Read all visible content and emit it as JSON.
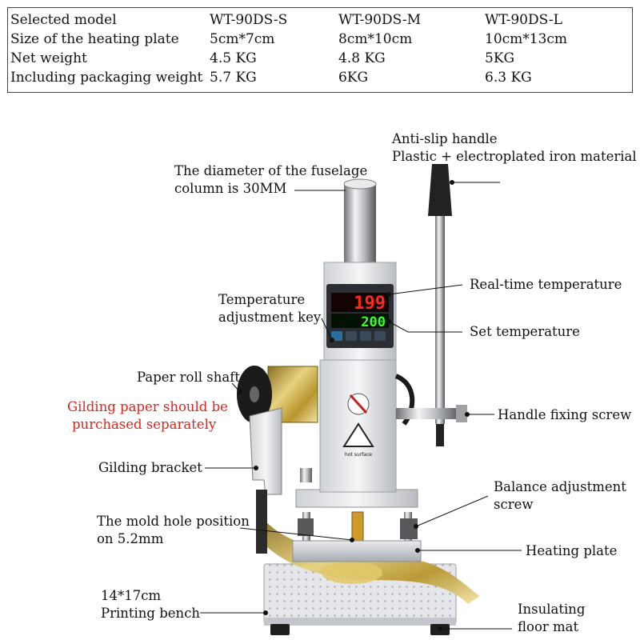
{
  "spec_table": {
    "rows": [
      [
        "Selected model",
        "WT-90DS-S",
        "WT-90DS-M",
        "WT-90DS-L"
      ],
      [
        "Size of the heating plate",
        "5cm*7cm",
        "8cm*10cm",
        "10cm*13cm"
      ],
      [
        "Net weight",
        "4.5 KG",
        "4.8 KG",
        "5KG"
      ],
      [
        "Including packaging weight",
        "5.7 KG",
        "6KG",
        "6.3 KG"
      ]
    ]
  },
  "callouts": {
    "handle": {
      "line1": "Anti-slip handle",
      "line2": "Plastic + electroplated iron material"
    },
    "column": {
      "line1": "The diameter of the fuselage",
      "line2": "column is 30MM"
    },
    "realtime_temp": "Real-time temperature",
    "temp_key": {
      "line1": "Temperature",
      "line2": "adjustment key"
    },
    "set_temp": "Set temperature",
    "roll_shaft": "Paper roll shaft",
    "gilding_note": {
      "line1": "Gilding paper should be",
      "line2": "purchased separately"
    },
    "fixing_screw": "Handle fixing screw",
    "bracket": "Gilding bracket",
    "balance_screw": {
      "line1": "Balance adjustment",
      "line2": "screw"
    },
    "mold_hole": {
      "line1": "The mold hole position",
      "line2": "on 5.2mm"
    },
    "heating_plate": "Heating plate",
    "bench": {
      "line1": "14*17cm",
      "line2": "Printing bench"
    },
    "floor_mat": {
      "line1": "Insulating",
      "line2": "floor mat"
    }
  },
  "display": {
    "realtime": "199",
    "set": "200",
    "label_hot": "hot surface"
  },
  "colors": {
    "note_red": "#e0241b",
    "led_red": "#ff2a1a",
    "led_green": "#3cff2a",
    "foil_gold": "#c9a94a"
  }
}
